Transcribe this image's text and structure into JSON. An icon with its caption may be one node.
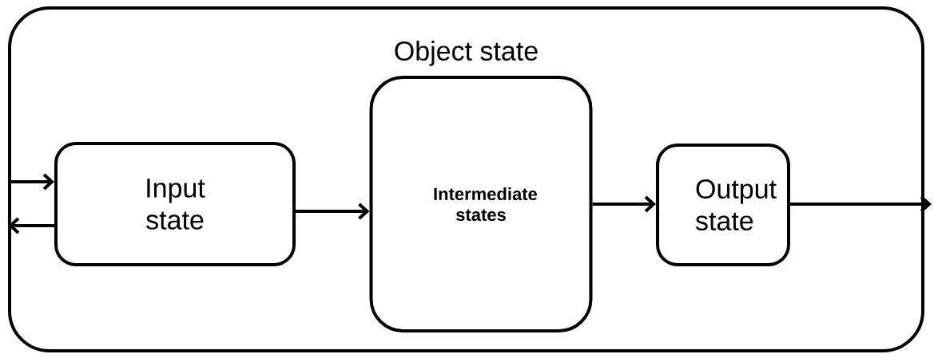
{
  "diagram": {
    "nodes": [
      {
        "text": [
          "Object state"
        ]
      },
      {
        "text": [
          "Input state"
        ],
        "in": 0
      },
      {
        "text": [
          "Intermediate states"
        ],
        "in": 0
      },
      {
        "text": [
          "Output state"
        ],
        "in": 0
      }
    ],
    "edges": [
      {
        "from": 0,
        "to": 1,
        "arrow": "to"
      },
      {
        "from": 1,
        "to": 0,
        "arrow": "to"
      },
      {
        "from": 1,
        "to": 2,
        "arrow": "to"
      },
      {
        "from": 2,
        "to": 3,
        "arrow": "to"
      },
      {
        "from": 3,
        "to": null,
        "arrow": "to"
      }
    ]
  }
}
